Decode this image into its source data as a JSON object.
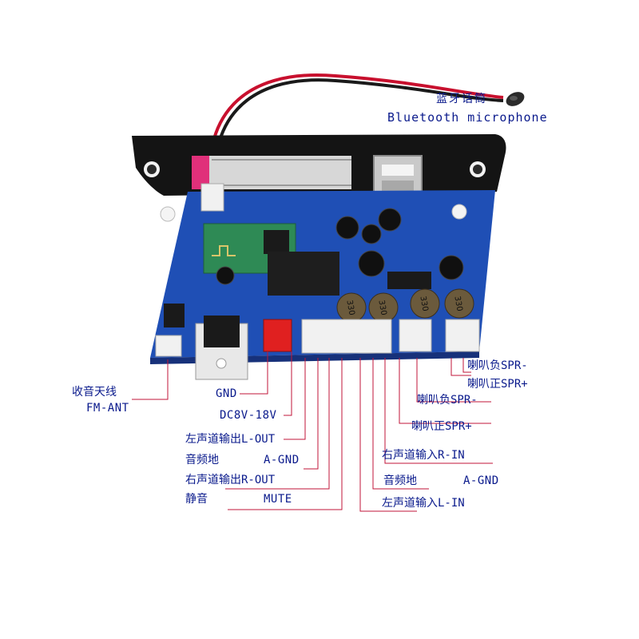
{
  "colors": {
    "label_text": "#0a1a8c",
    "leader_line": "#c0163a",
    "board_blue": "#1f4fb5",
    "panel_black": "#141414",
    "cable_red": "#c8102e"
  },
  "labels": {
    "bt_mic_cn": "蓝牙话筒",
    "bt_mic_en": "Bluetooth microphone",
    "fm_ant_cn": "收音天线",
    "fm_ant_en": "FM-ANT",
    "gnd": "GND",
    "dc_power": "DC8V-18V",
    "l_out": "左声道输出L-OUT",
    "a_gnd_left_cn": "音频地",
    "a_gnd_left_en": "A-GND",
    "r_out": "右声道输出R-OUT",
    "mute_cn": "静音",
    "mute_en": "MUTE",
    "spr_minus_right": "喇叭负SPR-",
    "spr_plus_right": "喇叭正SPR+",
    "spr_minus_left": "喇叭负SPR-",
    "spr_plus_left": "喇叭正SPR+",
    "r_in": "右声道输入R-IN",
    "a_gnd_right_cn": "音频地",
    "a_gnd_right_en": "A-GND",
    "l_in": "左声道输入L-IN"
  },
  "board_markings": {
    "inductor_1": "330",
    "inductor_2": "330",
    "inductor_3": "330",
    "inductor_4": "330"
  },
  "icons": [
    "bluetooth-microphone",
    "usb-port",
    "led-display",
    "bluetooth-module"
  ]
}
